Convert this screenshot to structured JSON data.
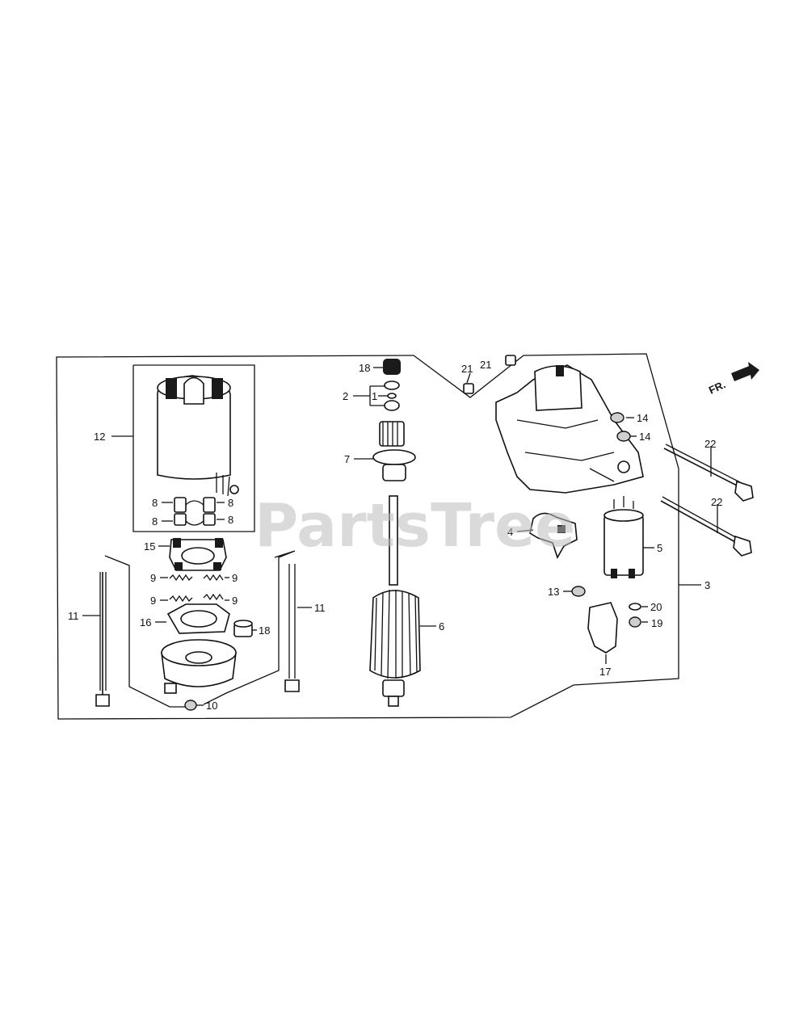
{
  "watermark": "PartsTree",
  "direction_label": "FR.",
  "callouts": {
    "c1": "1",
    "c2": "2",
    "c3": "3",
    "c4": "4",
    "c5": "5",
    "c6": "6",
    "c7": "7",
    "c8a": "8",
    "c8b": "8",
    "c8c": "8",
    "c8d": "8",
    "c9a": "9",
    "c9b": "9",
    "c9c": "9",
    "c9d": "9",
    "c10": "10",
    "c11a": "11",
    "c11b": "11",
    "c12": "12",
    "c13": "13",
    "c14a": "14",
    "c14b": "14",
    "c15": "15",
    "c16": "16",
    "c17": "17",
    "c18a": "18",
    "c18b": "18",
    "c19": "19",
    "c20": "20",
    "c21a": "21",
    "c21b": "21",
    "c22a": "22",
    "c22b": "22"
  }
}
